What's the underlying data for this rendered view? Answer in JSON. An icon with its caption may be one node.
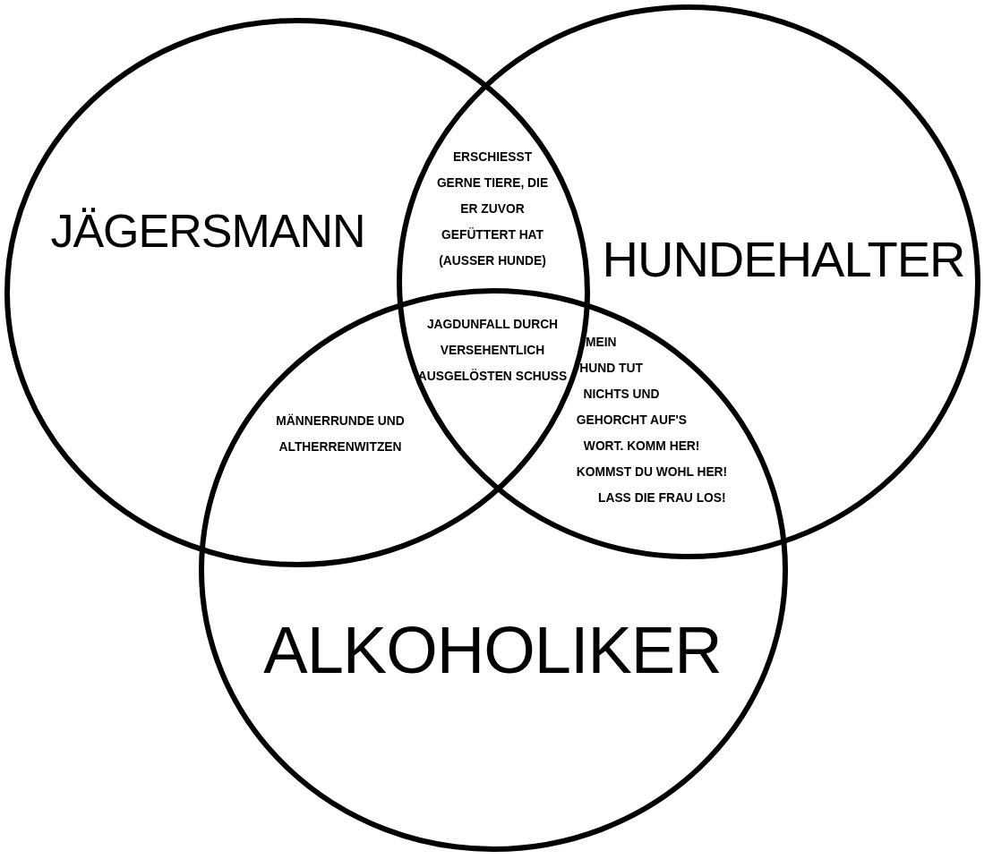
{
  "diagram": {
    "nodes": [
      {
        "text": [
          "JÄGERSMANN"
        ]
      },
      {
        "text": [
          "HUNDEHALTER"
        ]
      },
      {
        "text": [
          "ALKOHOLIKER"
        ]
      }
    ],
    "labels": [
      "ERSCHIESST GERNE TIERE, DIE ER ZUVOR GEFÜTTERT HAT (AUSSER HUNDE)",
      "JAGDUNFALL DURCH VERSEHENTLICH AUSGELÖSTEN SCHUSS",
      "MEIN HUND TUT NICHTS UND GEHORCHT AUF'S WORT. KOMM HER! KOMMST DU WOHL HER! LASS DIE FRAU LOS!",
      "MÄNNERRUNDE UND ALTHERRENWITZEN"
    ]
  }
}
